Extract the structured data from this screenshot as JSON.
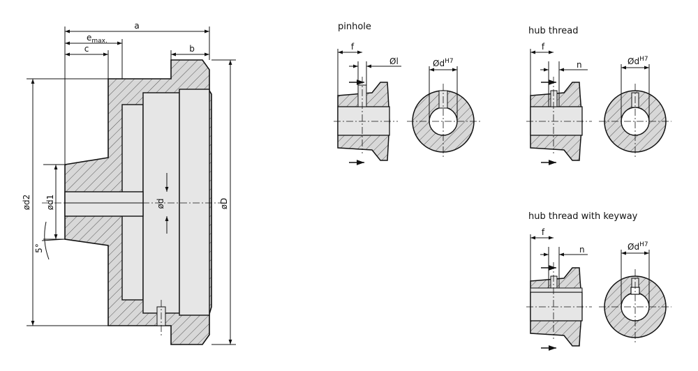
{
  "main_view": {
    "labels": {
      "a": "a",
      "e_max_base": "e",
      "e_max_sub": "max.",
      "c": "c",
      "b": "b",
      "d2": "ød2",
      "d1": "ød1",
      "d": "ød",
      "D": "øD",
      "angle": "5°"
    }
  },
  "pinhole": {
    "title": "pinhole",
    "f": "f",
    "l": "Øl",
    "d_base": "Ød",
    "d_sup": "H7"
  },
  "hub_thread": {
    "title": "hub thread",
    "f": "f",
    "n": "n",
    "d_base": "Ød",
    "d_sup": "H7"
  },
  "hub_thread_keyway": {
    "title": "hub thread with keyway",
    "f": "f",
    "n": "n",
    "d_base": "Ød",
    "d_sup": "H7"
  },
  "colors": {
    "section_fill": "#d8d8d8",
    "bore_fill": "#e6e6e6",
    "line": "#111111"
  }
}
